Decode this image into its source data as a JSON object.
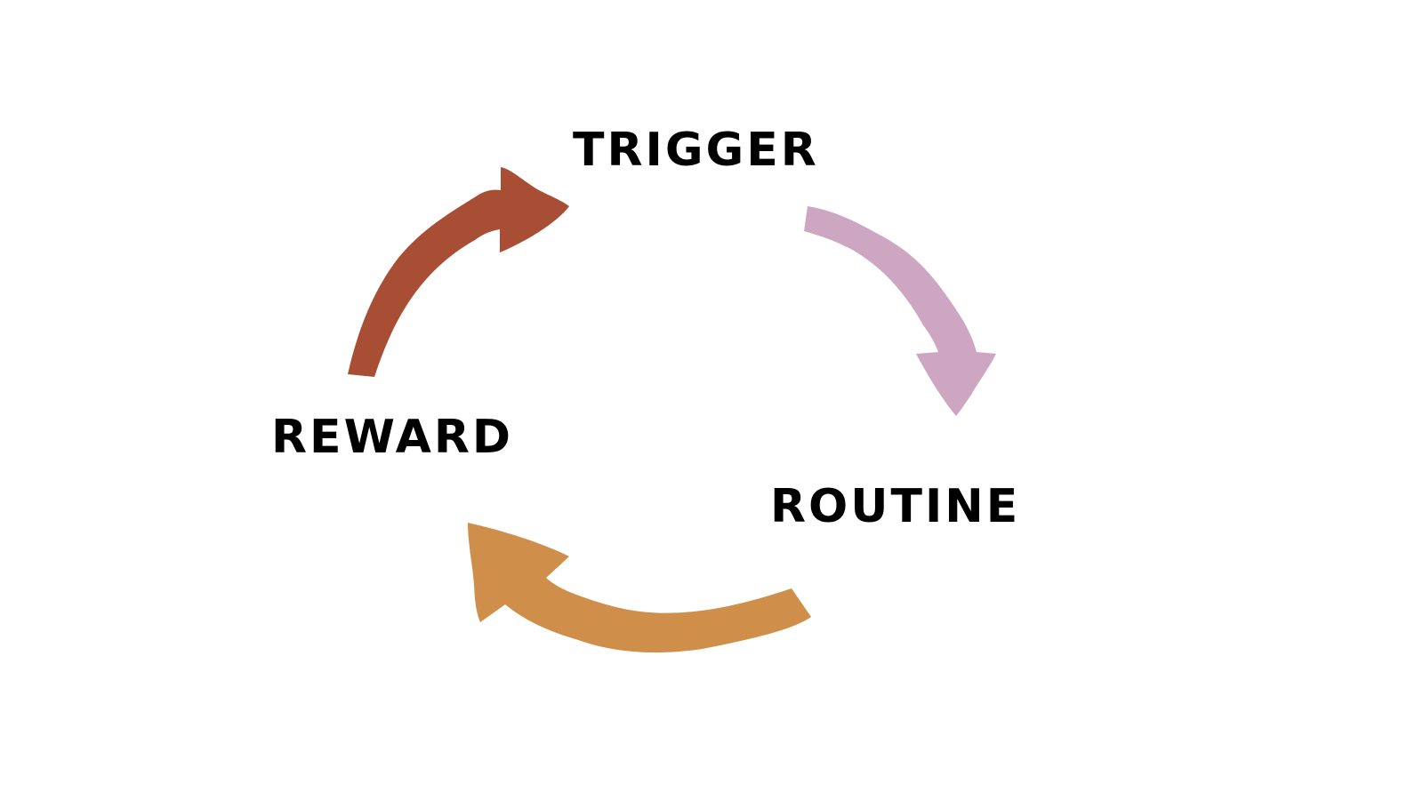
{
  "diagram": {
    "nodes": {
      "trigger": "TRIGGER",
      "routine": "ROUTINE",
      "reward": "REWARD"
    },
    "edges": [
      {
        "from": "trigger",
        "to": "routine",
        "color": "#CDA7C1"
      },
      {
        "from": "routine",
        "to": "reward",
        "color": "#D08E4B"
      },
      {
        "from": "reward",
        "to": "trigger",
        "color": "#A84E35"
      }
    ]
  }
}
